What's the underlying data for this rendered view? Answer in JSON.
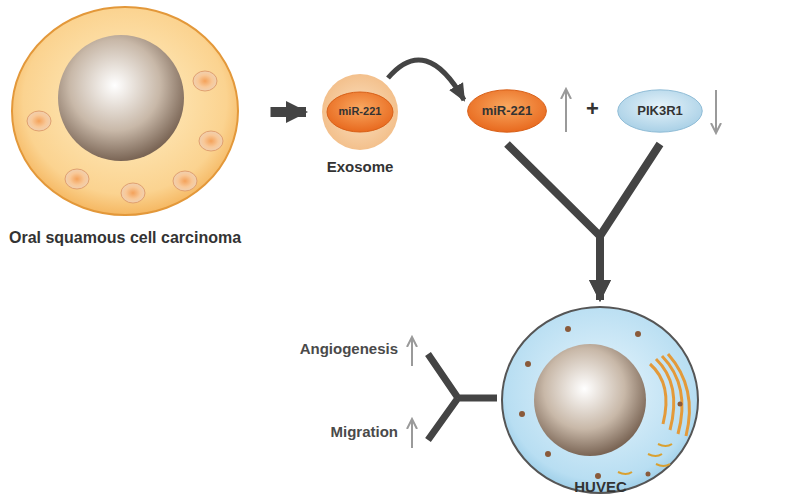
{
  "diagram": {
    "nodes": [
      {
        "text": [
          "Oral squamous cell carcinoma"
        ]
      },
      {
        "text": [
          "miR-221",
          "Exosome"
        ]
      },
      {
        "text": [
          "miR-221"
        ]
      },
      {
        "text": [
          "PIK3R1"
        ]
      },
      {
        "text": [
          "HUVEC"
        ]
      }
    ],
    "edges": [
      {
        "from": 0,
        "to": 1,
        "arrow": "to"
      },
      {
        "from": 1,
        "to": 2,
        "arrow": "to"
      },
      {
        "from": 2,
        "to": 4,
        "arrow": "to"
      },
      {
        "from": 3,
        "to": 4,
        "arrow": "to"
      }
    ],
    "labels": [
      "+",
      "Angiogenesis",
      "Migration"
    ]
  }
}
